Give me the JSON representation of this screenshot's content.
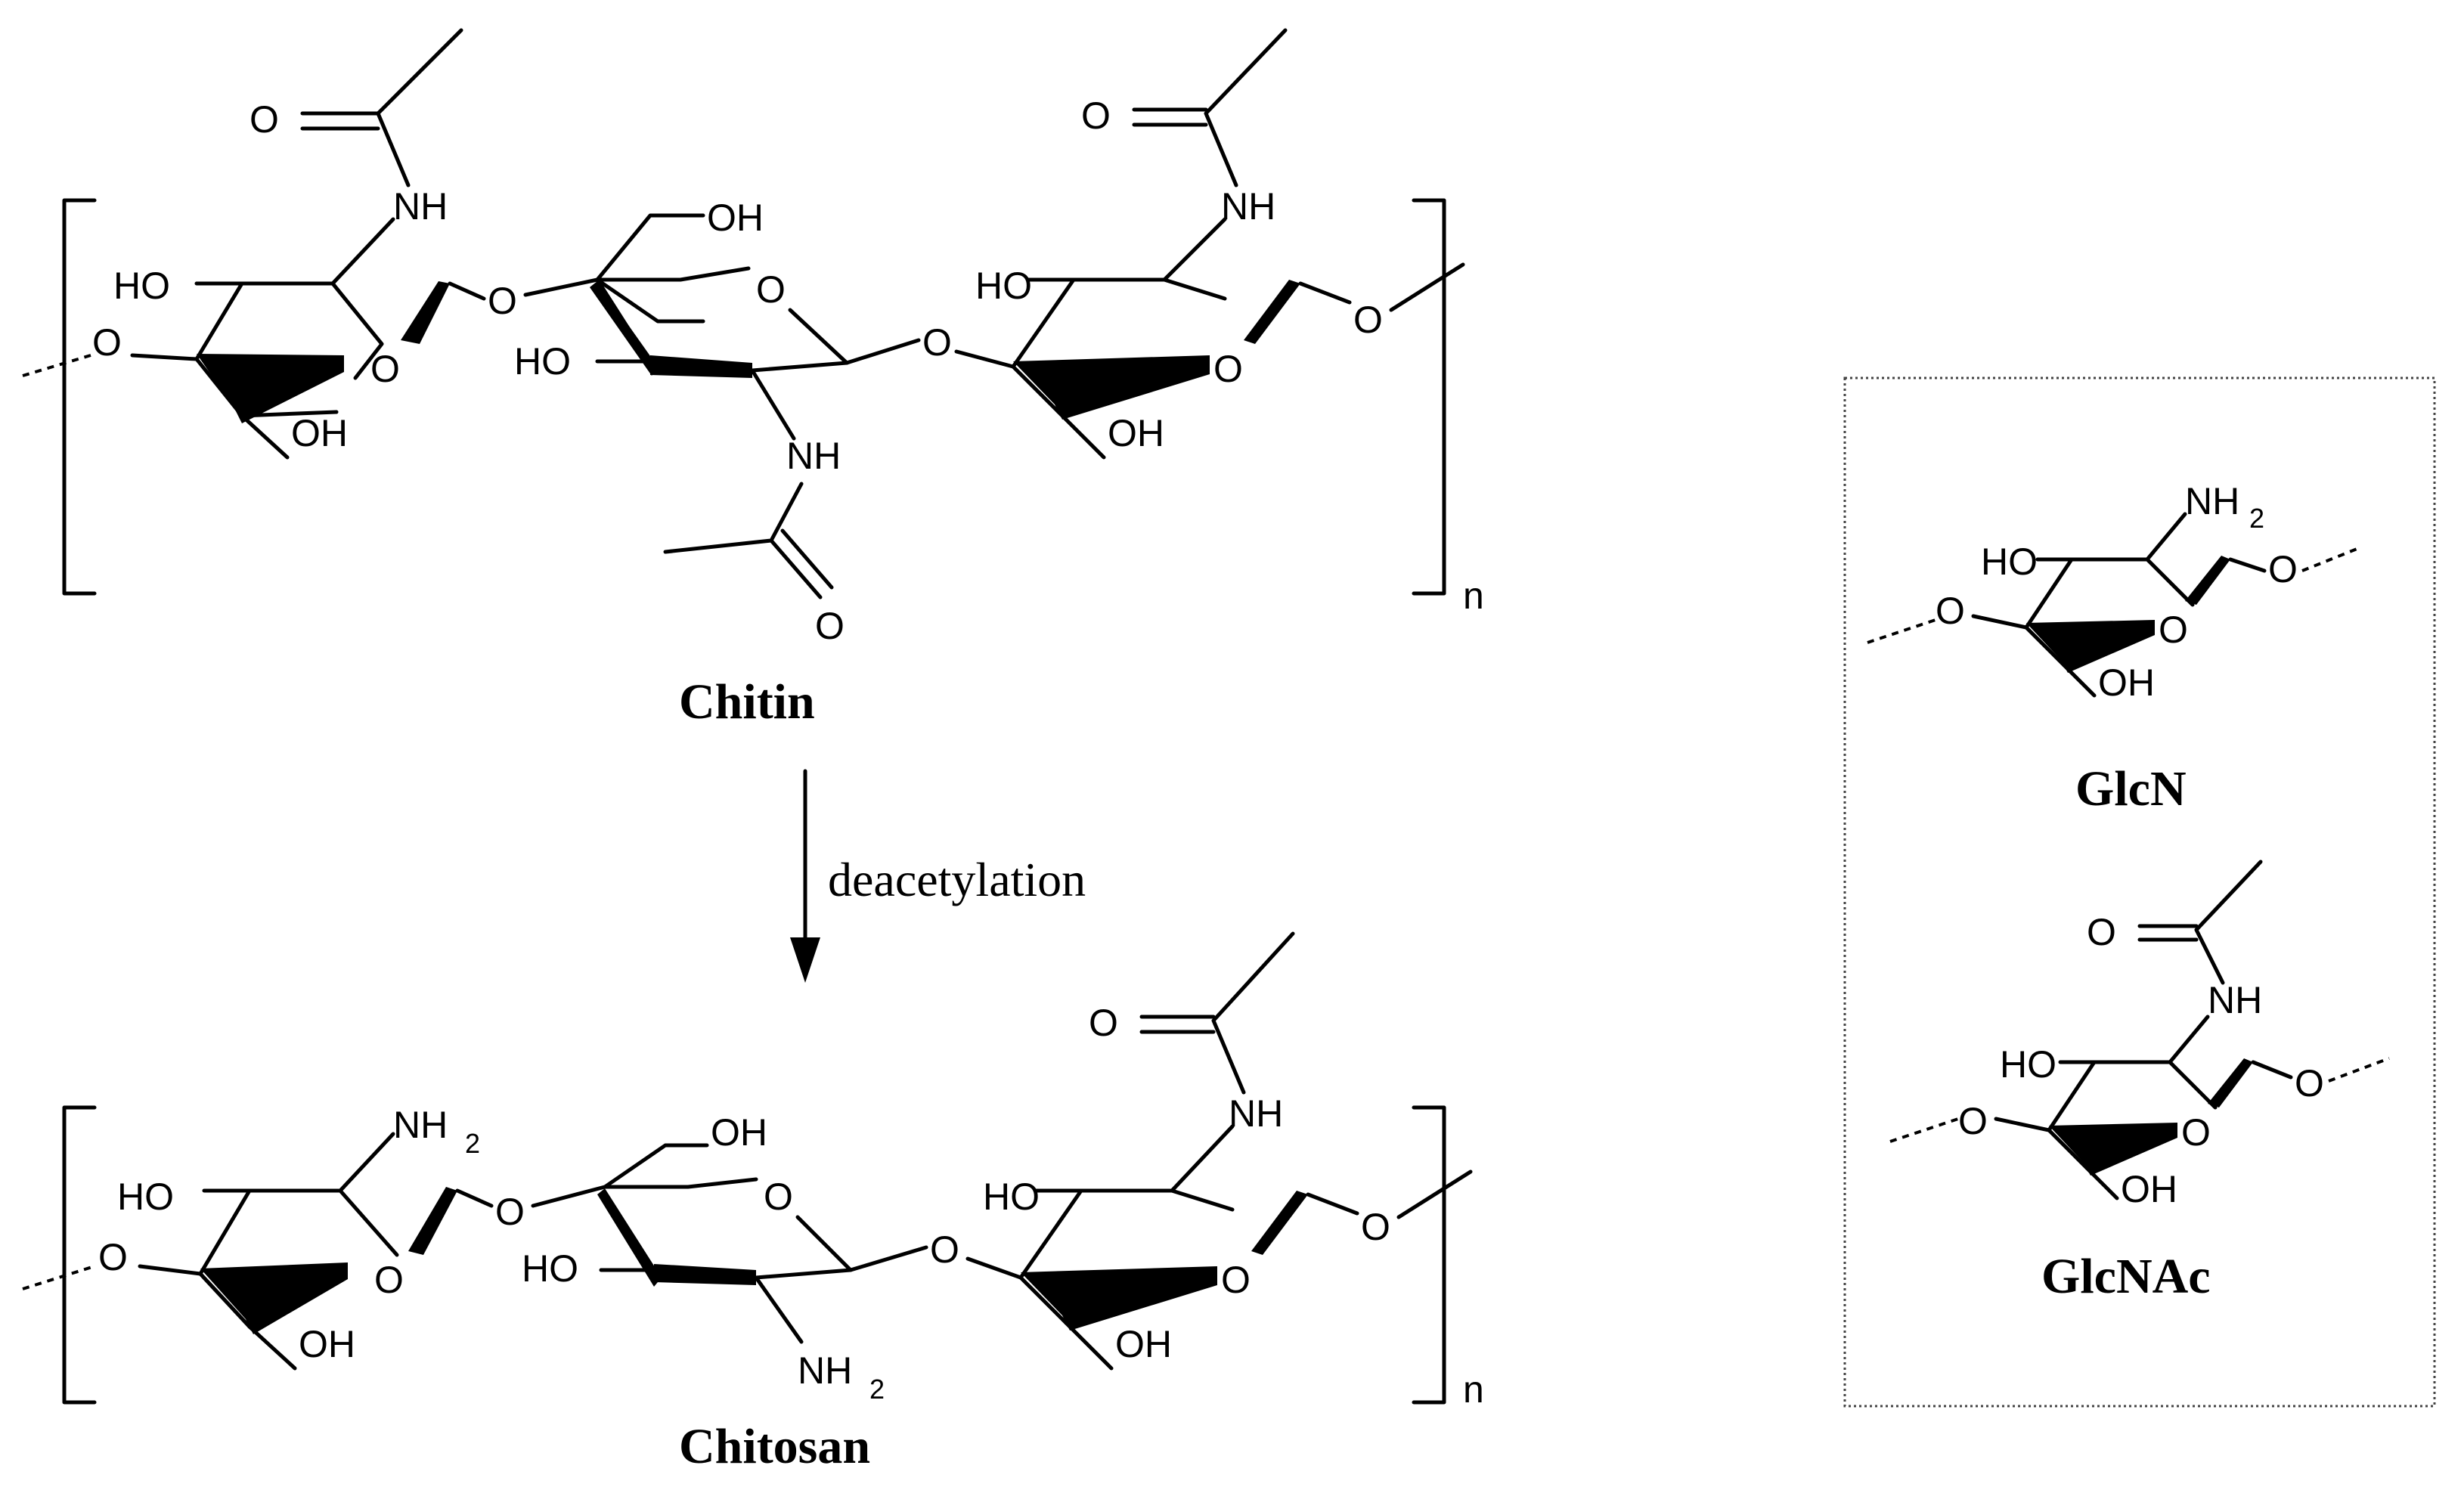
{
  "labels": {
    "chitin": "Chitin",
    "chitosan": "Chitosan",
    "reaction": "deacetylation",
    "glcn": "GlcN",
    "glcnac": "GlcNAc",
    "repeat": "n"
  },
  "atoms": {
    "O": "O",
    "NH": "NH",
    "HO": "HO",
    "OH": "OH",
    "NH2": "NH",
    "sub2": "2"
  }
}
